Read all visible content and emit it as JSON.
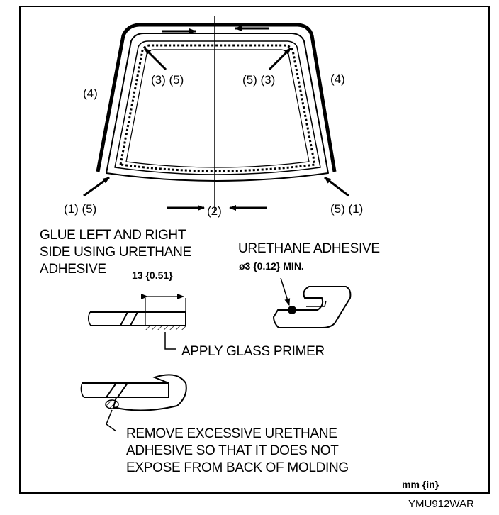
{
  "callouts": {
    "c1_5_left": "(1) (5)",
    "c5_1_right": "(5) (1)",
    "c3_5_left": "(3) (5)",
    "c5_3_right": "(5) (3)",
    "c4_left": "(4)",
    "c4_right": "(4)",
    "c2_bottom": "(2)"
  },
  "notes": {
    "glue_sides": "GLUE LEFT AND RIGHT\nSIDE USING URETHANE\nADHESIVE",
    "urethane_adhesive": "URETHANE ADHESIVE",
    "bead_size": "ø3 {0.12} MIN.",
    "dimension": "13 {0.51}",
    "apply_primer": "APPLY GLASS PRIMER",
    "remove_excess": "REMOVE EXCESSIVE URETHANE\nADHESIVE SO THAT IT DOES NOT\nEXPOSE FROM BACK OF MOLDING",
    "units": "mm {in}",
    "figure_id": "YMU912WAR"
  }
}
